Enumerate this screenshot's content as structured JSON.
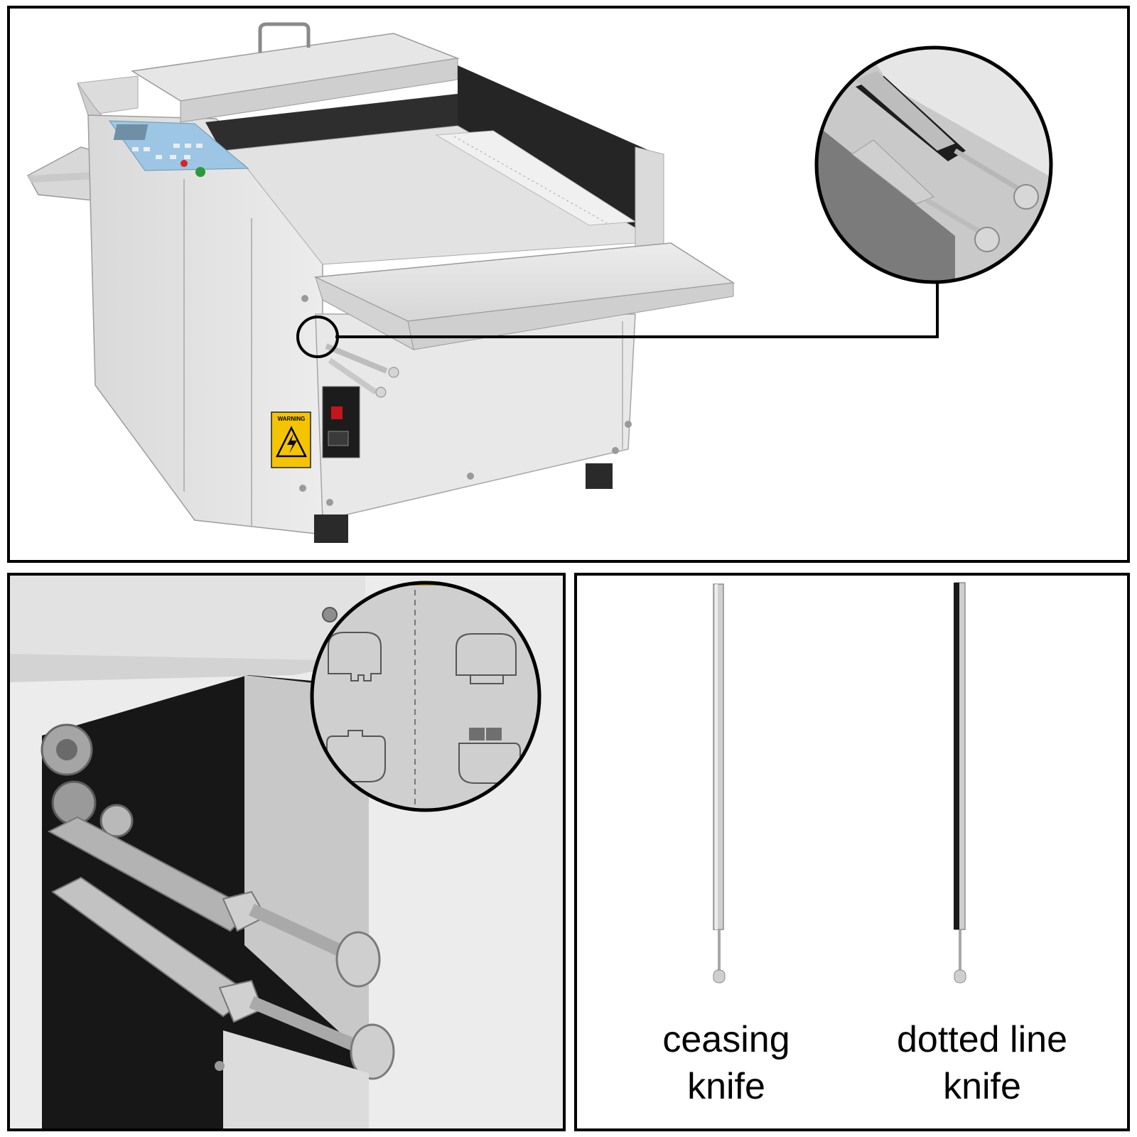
{
  "warning_sticker": {
    "text": "WARNING"
  },
  "knives": {
    "creasing": {
      "line1": "ceasing",
      "line2": "knife"
    },
    "dotted": {
      "line1": "dotted line",
      "line2": "knife"
    }
  },
  "colors": {
    "machine_body": "#e4e4e4",
    "control_panel": "#9cc6e4",
    "knife_bar_black": "#1a1a1a",
    "warning_yellow": "#f5c400"
  }
}
